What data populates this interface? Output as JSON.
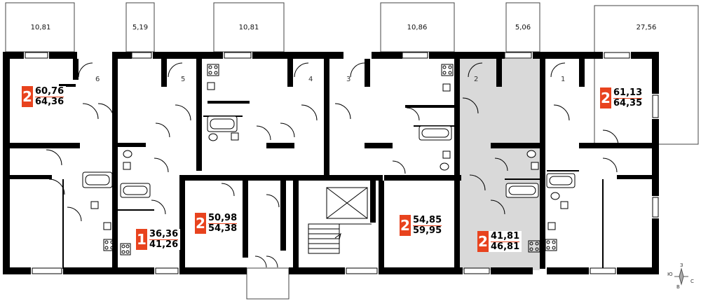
{
  "balconies": [
    {
      "area": "10,81"
    },
    {
      "area": "5,19"
    },
    {
      "area": "10,81"
    },
    {
      "area": "10,86"
    },
    {
      "area": "5,06"
    },
    {
      "area": "27,56"
    }
  ],
  "apartments": [
    {
      "rooms": "2",
      "living": "60,76",
      "total": "64,36"
    },
    {
      "rooms": "2",
      "living": "61,13",
      "total": "64,35"
    },
    {
      "rooms": "2",
      "living": "50,98",
      "total": "54,38"
    },
    {
      "rooms": "1",
      "living": "36,36",
      "total": "41,26"
    },
    {
      "rooms": "2",
      "living": "54,85",
      "total": "59,95"
    },
    {
      "rooms": "2",
      "living": "41,81",
      "total": "46,81"
    }
  ],
  "entrance_numbers": [
    "6",
    "5",
    "4",
    "3",
    "2",
    "1"
  ],
  "compass": {
    "north": "З",
    "west": "Ю",
    "east": "С",
    "south": "В"
  },
  "colors": {
    "accent": "#e8431e",
    "highlight": "#d6d6d6",
    "wall": "#000000"
  }
}
